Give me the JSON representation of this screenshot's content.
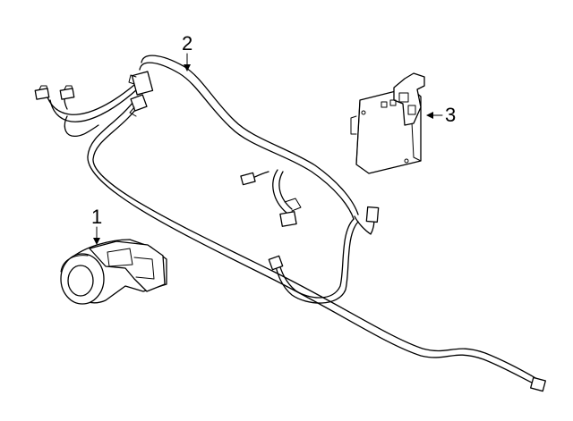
{
  "callouts": [
    {
      "label": "1",
      "part": "sensor"
    },
    {
      "label": "2",
      "part": "wire-harness"
    },
    {
      "label": "3",
      "part": "control-module"
    }
  ]
}
